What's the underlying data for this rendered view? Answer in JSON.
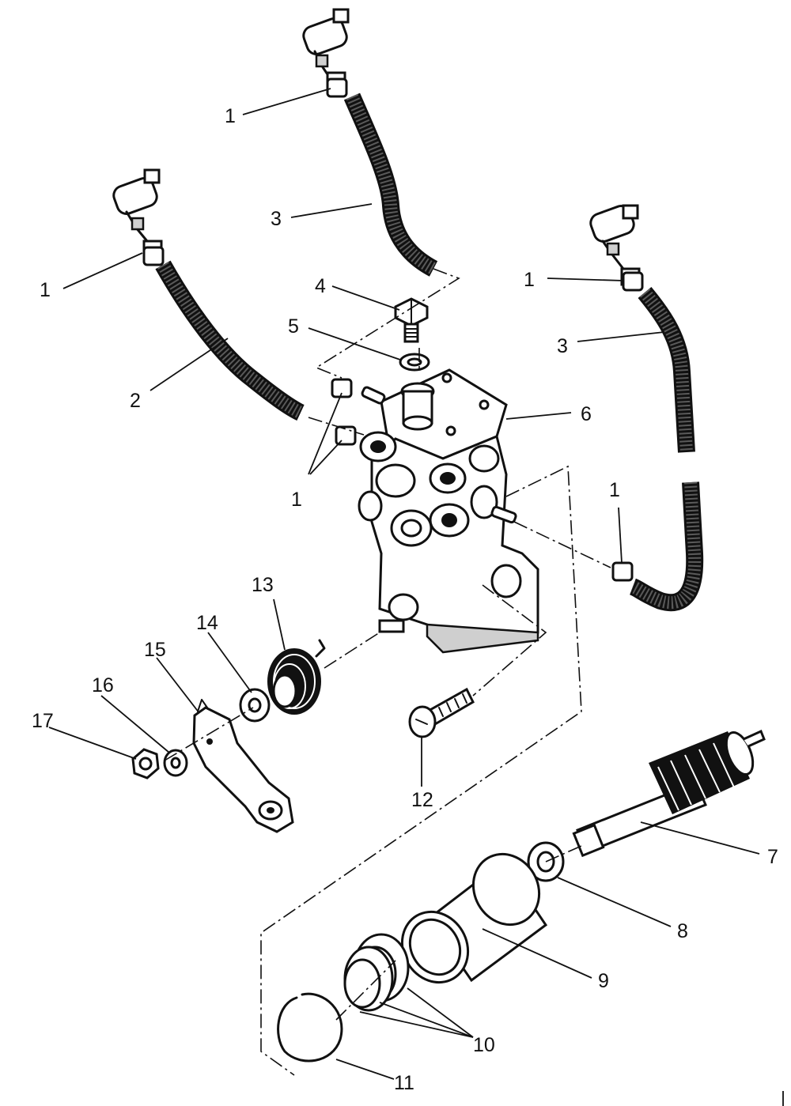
{
  "callouts": [
    "1",
    "1",
    "1",
    "1",
    "1",
    "2",
    "3",
    "3",
    "4",
    "5",
    "6",
    "7",
    "8",
    "9",
    "10",
    "11",
    "12",
    "13",
    "14",
    "15",
    "16",
    "17"
  ]
}
